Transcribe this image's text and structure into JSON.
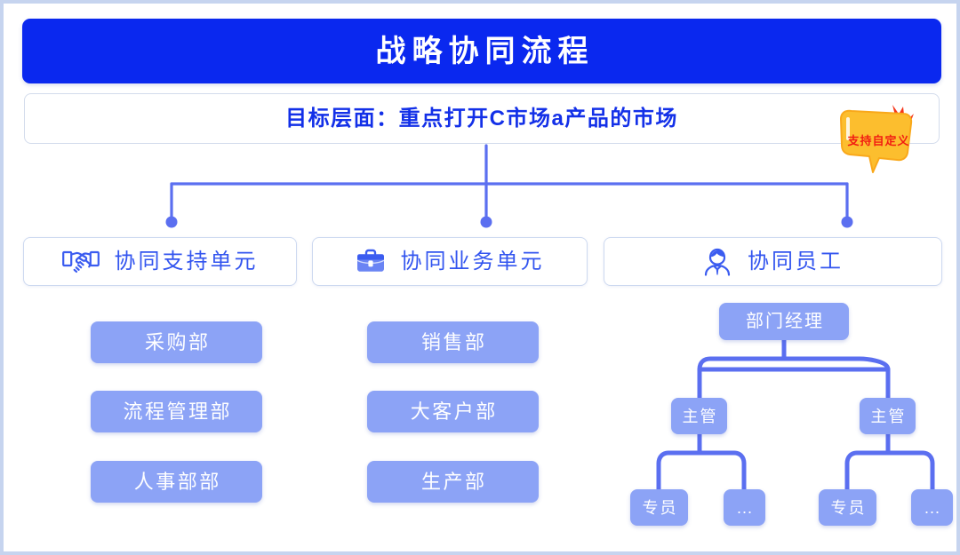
{
  "header": {
    "title": "战略协同流程",
    "subtitle": "目标层面：重点打开C市场a产品的市场"
  },
  "callout": {
    "label": "支持自定义",
    "bubble_color": "#fcbe2e",
    "text_color": "#f11d12",
    "spark_color": "#f5361a"
  },
  "colors": {
    "title_bar": "#0a28ef",
    "subtitle_text": "#1330e8",
    "unit_text": "#3355ef",
    "chip_fill": "#8ca3f6",
    "connector": "#5b6ff0",
    "page_border": "#c6d4ef"
  },
  "units": [
    {
      "label": "协同支持单元",
      "icon": "handshake-icon"
    },
    {
      "label": "协同业务单元",
      "icon": "briefcase-icon"
    },
    {
      "label": "协同员工",
      "icon": "employee-icon"
    }
  ],
  "columns": {
    "support_departments": [
      "采购部",
      "流程管理部",
      "人事部部"
    ],
    "business_departments": [
      "销售部",
      "大客户部",
      "生产部"
    ]
  },
  "org_chart": {
    "manager": "部门经理",
    "supervisors": [
      "主管",
      "主管"
    ],
    "staff": [
      {
        "name": "专员",
        "more": "..."
      },
      {
        "name": "专员",
        "more": "..."
      }
    ]
  }
}
